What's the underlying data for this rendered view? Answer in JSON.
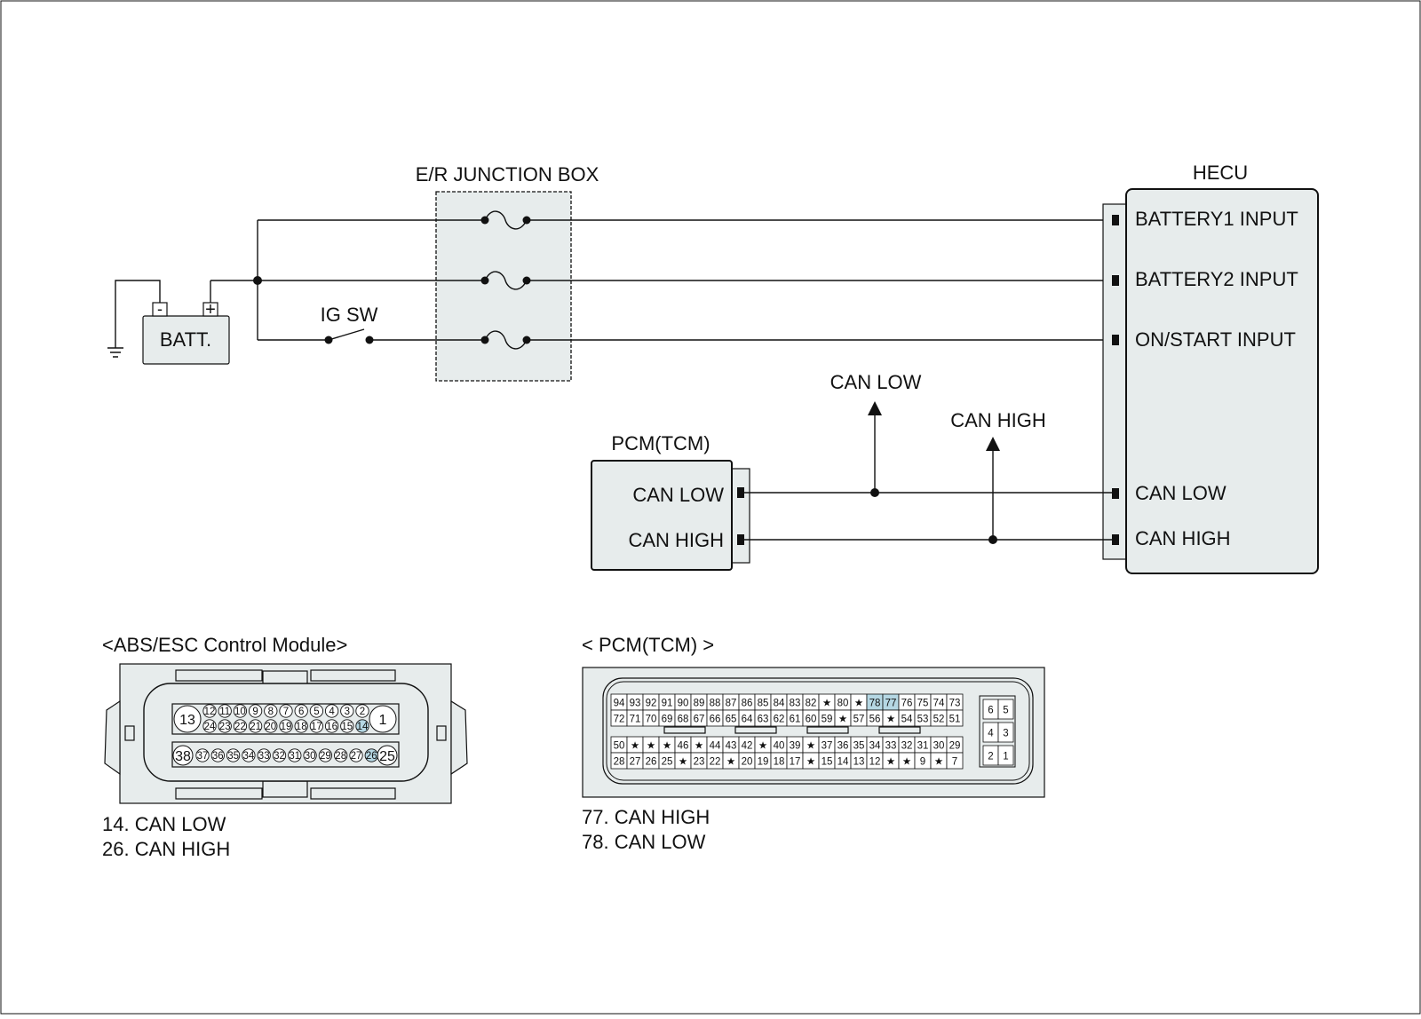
{
  "diagram": {
    "junction_box_label": "E/R JUNCTION BOX",
    "hecu_label": "HECU",
    "battery_label": "BATT.",
    "battery_minus": "-",
    "battery_plus": "+",
    "ig_switch_label": "IG SW",
    "hecu_inputs": [
      "BATTERY1 INPUT",
      "BATTERY2 INPUT",
      "ON/START INPUT",
      "CAN LOW",
      "CAN HIGH"
    ],
    "pcm_label": "PCM(TCM)",
    "pcm_pins": [
      "CAN LOW",
      "CAN HIGH"
    ],
    "can_low_arrow_label": "CAN LOW",
    "can_high_arrow_label": "CAN HIGH"
  },
  "abs_connector": {
    "title": "<ABS/ESC Control Module>",
    "big_pins": [
      "13",
      "1",
      "38",
      "25"
    ],
    "row1": [
      "12",
      "11",
      "10",
      "9",
      "8",
      "7",
      "6",
      "5",
      "4",
      "3",
      "2"
    ],
    "row2": [
      "24",
      "23",
      "22",
      "21",
      "20",
      "19",
      "18",
      "17",
      "16",
      "15",
      "14"
    ],
    "row3": [
      "37",
      "36",
      "35",
      "34",
      "33",
      "32",
      "31",
      "30",
      "29",
      "28",
      "27",
      "26"
    ],
    "highlighted": [
      "14",
      "26"
    ],
    "legend": [
      "14. CAN LOW",
      "26. CAN HIGH"
    ]
  },
  "pcm_connector": {
    "title": "< PCM(TCM) >",
    "row1": [
      "94",
      "93",
      "92",
      "91",
      "90",
      "89",
      "88",
      "87",
      "86",
      "85",
      "84",
      "83",
      "82",
      "★",
      "80",
      "★",
      "78",
      "77",
      "76",
      "75",
      "74",
      "73"
    ],
    "row2": [
      "72",
      "71",
      "70",
      "69",
      "68",
      "67",
      "66",
      "65",
      "64",
      "63",
      "62",
      "61",
      "60",
      "59",
      "★",
      "57",
      "56",
      "★",
      "54",
      "53",
      "52",
      "51"
    ],
    "row3": [
      "50",
      "★",
      "★",
      "★",
      "46",
      "★",
      "44",
      "43",
      "42",
      "★",
      "40",
      "39",
      "★",
      "37",
      "36",
      "35",
      "34",
      "33",
      "32",
      "31",
      "30",
      "29"
    ],
    "row4": [
      "28",
      "27",
      "26",
      "25",
      "★",
      "23",
      "22",
      "★",
      "20",
      "19",
      "18",
      "17",
      "★",
      "15",
      "14",
      "13",
      "12",
      "★",
      "★",
      "9",
      "★",
      "7"
    ],
    "small_block": [
      "6",
      "5",
      "4",
      "3",
      "2",
      "1"
    ],
    "highlighted": [
      "78",
      "77"
    ],
    "legend": [
      "77. CAN HIGH",
      "78. CAN LOW"
    ]
  },
  "colors": {
    "fill": "#e7ecec",
    "highlight": "#b5d7e3",
    "stroke": "#111111"
  }
}
